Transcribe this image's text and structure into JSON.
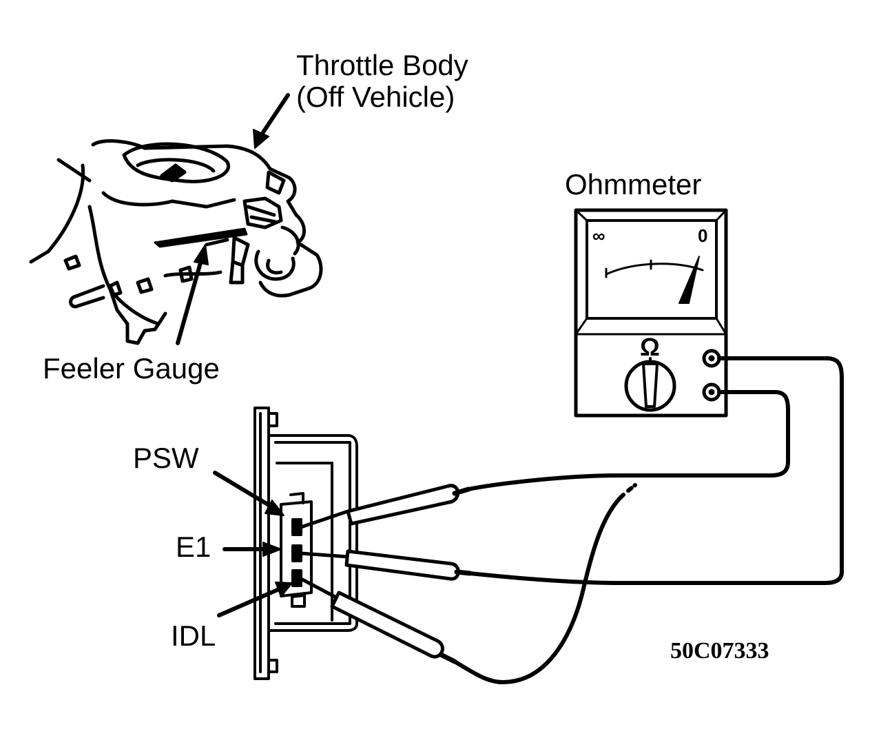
{
  "labels": {
    "throttle_body_line1": "Throttle Body",
    "throttle_body_line2": "(Off Vehicle)",
    "ohmmeter": "Ohmmeter",
    "feeler_gauge": "Feeler Gauge",
    "psw": "PSW",
    "e1": "E1",
    "idl": "IDL",
    "figure_id": "50C07333"
  },
  "meter": {
    "scale_left": "∞",
    "scale_right": "0",
    "ohm_symbol": "Ω"
  }
}
